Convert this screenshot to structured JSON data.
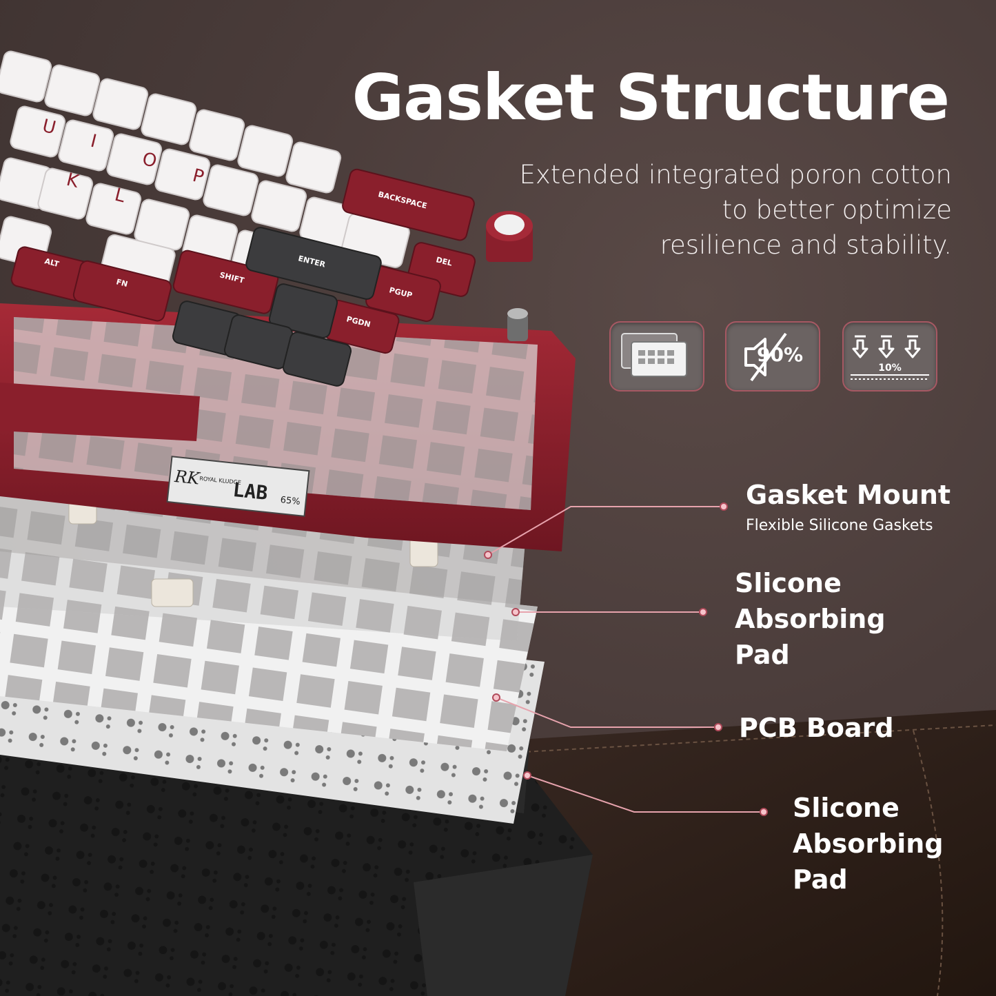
{
  "title": "Gasket Structure",
  "subtitle": {
    "line1": "Extended integrated poron cotton",
    "line2": "to better optimize",
    "line3": "resilience and stability."
  },
  "features": [
    {
      "icon": "layered-plate-icon",
      "label": ""
    },
    {
      "icon": "sound-reduction-icon",
      "label": "90%"
    },
    {
      "icon": "compression-arrows-icon",
      "label": "10%"
    }
  ],
  "layers": [
    {
      "name": "Gasket Mount",
      "desc": "Flexible Silicone Gaskets"
    },
    {
      "name_lines": [
        "Slicone",
        "Absorbing",
        "Pad"
      ]
    },
    {
      "name": "PCB Board"
    },
    {
      "name_lines": [
        "Slicone",
        "Absorbing",
        "Pad"
      ]
    }
  ],
  "keyboard": {
    "brand": "ROYAL KLUDGE",
    "logo": "RK",
    "model": "LAB",
    "size": "65%",
    "keys": [
      "BACKSPACE",
      "ENTER",
      "SHIFT",
      "ALT",
      "FN",
      "DEL",
      "PGUP",
      "PGDN"
    ]
  },
  "colors": {
    "accent": "#8a1f2c",
    "leader": "#e7a3ad",
    "background": "#4a3c3a"
  }
}
